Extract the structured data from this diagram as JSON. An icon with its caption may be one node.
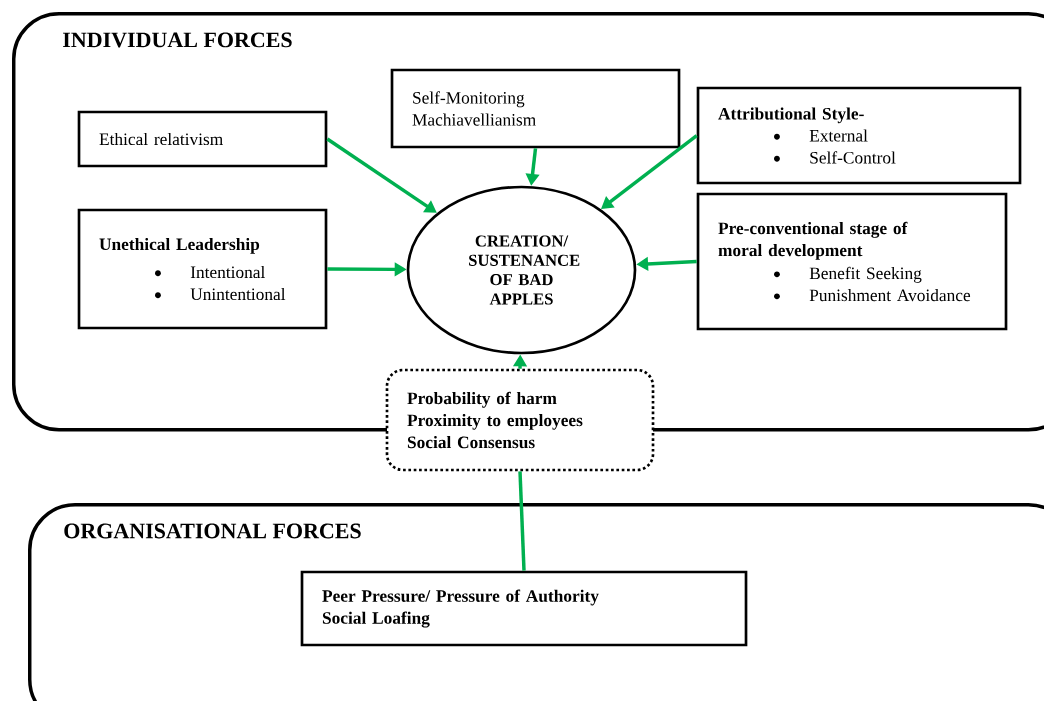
{
  "diagram": {
    "nodes": [
      {
        "text": [
          "INDIVIDUAL FORCES"
        ]
      },
      {
        "text": [
          "Ethical relativism"
        ],
        "in": 0
      },
      {
        "text": [
          "Self-Monitoring",
          "Machiavellianism"
        ],
        "in": 0
      },
      {
        "text": [
          "Attributional Style-",
          "External",
          "Self-Control"
        ],
        "in": 0
      },
      {
        "text": [
          "Unethical Leadership",
          "Intentional",
          "Unintentional"
        ],
        "in": 0
      },
      {
        "text": [
          "CREATION/ SUSTENANCE OF BAD APPLES"
        ],
        "in": 0
      },
      {
        "text": [
          "Pre-conventional stage of moral development",
          "Benefit Seeking",
          "Punishment Avoidance"
        ],
        "in": 0
      },
      {
        "text": [
          "Probability of harm",
          "Proximity to employees",
          "Social Consensus"
        ]
      },
      {
        "text": [
          "ORGANISATIONAL FORCES"
        ]
      },
      {
        "text": [
          "Peer Pressure/ Pressure of Authority",
          "Social Loafing"
        ],
        "in": 8
      }
    ],
    "edges": [
      {
        "from": 1,
        "to": 5,
        "arrow": "to"
      },
      {
        "from": 2,
        "to": 5,
        "arrow": "to"
      },
      {
        "from": 3,
        "to": 5,
        "arrow": "to"
      },
      {
        "from": 4,
        "to": 5,
        "arrow": "to"
      },
      {
        "from": 6,
        "to": 5,
        "arrow": "to"
      },
      {
        "from": 7,
        "to": 5,
        "arrow": "to"
      },
      {
        "from": 9,
        "to": 7,
        "arrow": "none"
      }
    ]
  }
}
